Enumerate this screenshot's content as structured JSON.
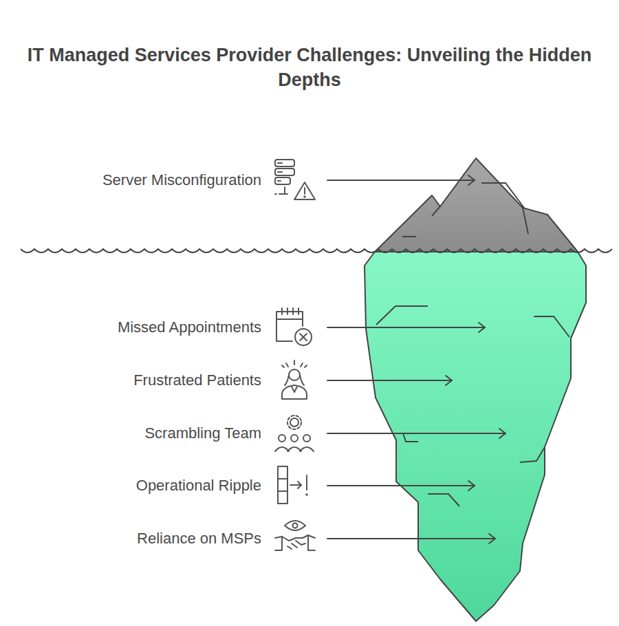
{
  "diagram": {
    "title": "IT Managed Services Provider Challenges: Unveiling the Hidden Depths",
    "labels": [
      "Server Misconfiguration",
      "Missed Appointments",
      "Frustrated Patients",
      "Scrambling Team",
      "Operational Ripple",
      "Reliance on MSPs"
    ]
  }
}
